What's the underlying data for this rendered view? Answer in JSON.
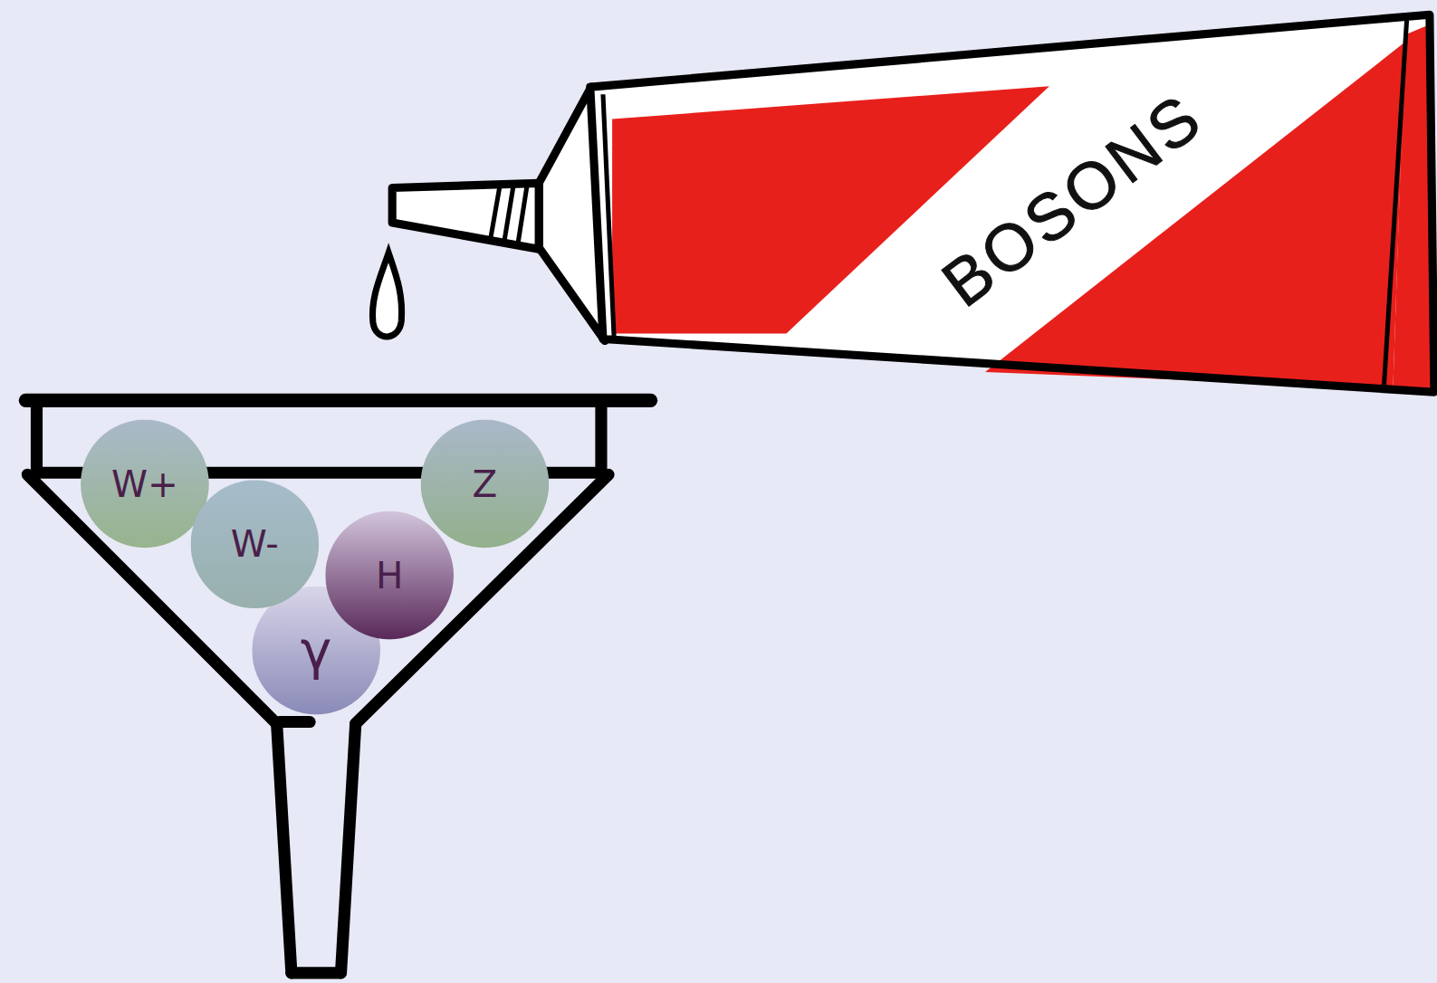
{
  "diagram": {
    "nodes": [
      {
        "text": [
          "BOSONS"
        ]
      },
      {
        "text": [
          "W+"
        ]
      },
      {
        "text": [
          "Z"
        ]
      },
      {
        "text": [
          "W-"
        ]
      },
      {
        "text": [
          "H"
        ]
      },
      {
        "text": [
          "γ"
        ]
      }
    ]
  }
}
